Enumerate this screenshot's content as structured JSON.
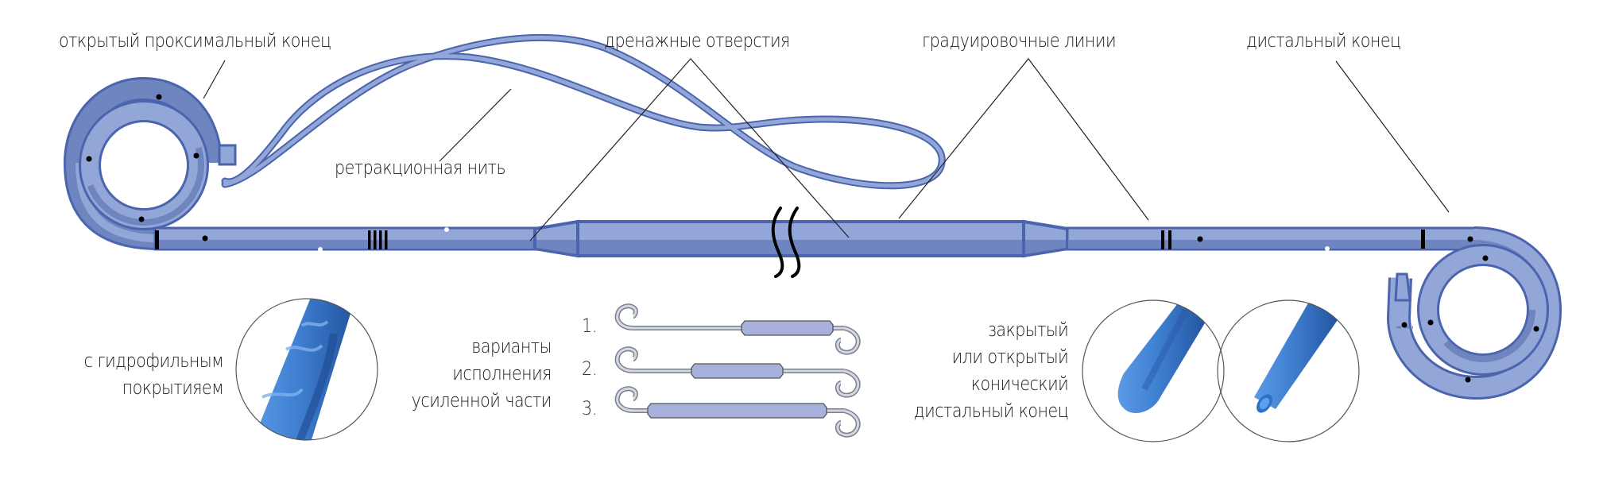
{
  "title": "Схема мочеточникового стента",
  "colors": {
    "tube_light": "#93a6d8",
    "tube_mid": "#6f85c0",
    "tube_border": "#4a64ad",
    "photo_blue": "#3f7fd0",
    "photo_dark": "#2a5aa5",
    "leader": "#222222",
    "marker": "#000000",
    "variant_fill": "#a7b1dc",
    "variant_wire": "#c8cbd6"
  },
  "labels": {
    "proximal_end": "открытый проксимальный конец",
    "drainage_holes": "дренажные отверстия",
    "graduation_lines": "градуировочные линии",
    "distal_end": "дистальный конец",
    "retraction_thread": "ретракционная нить"
  },
  "callouts": {
    "hydrophilic": {
      "lines": [
        "с гидрофильным",
        "покрытияем"
      ]
    },
    "variants": {
      "lines": [
        "варианты",
        "исполнения",
        "усиленной части"
      ]
    },
    "distal_tip": {
      "lines": [
        "закрытый",
        "или открытый",
        "конический",
        "дистальный конец"
      ]
    }
  },
  "variants": [
    {
      "number": "1.",
      "thick_start": 933,
      "thick_end": 1048
    },
    {
      "number": "2.",
      "thick_start": 870,
      "thick_end": 985
    },
    {
      "number": "3.",
      "thick_start": 815,
      "thick_end": 1040
    }
  ],
  "icons": {
    "break_mark": "double-wavy-break",
    "zoom_circles": [
      "hydrophilic-coating-detail",
      "closed-tip-detail",
      "open-tip-detail"
    ]
  }
}
